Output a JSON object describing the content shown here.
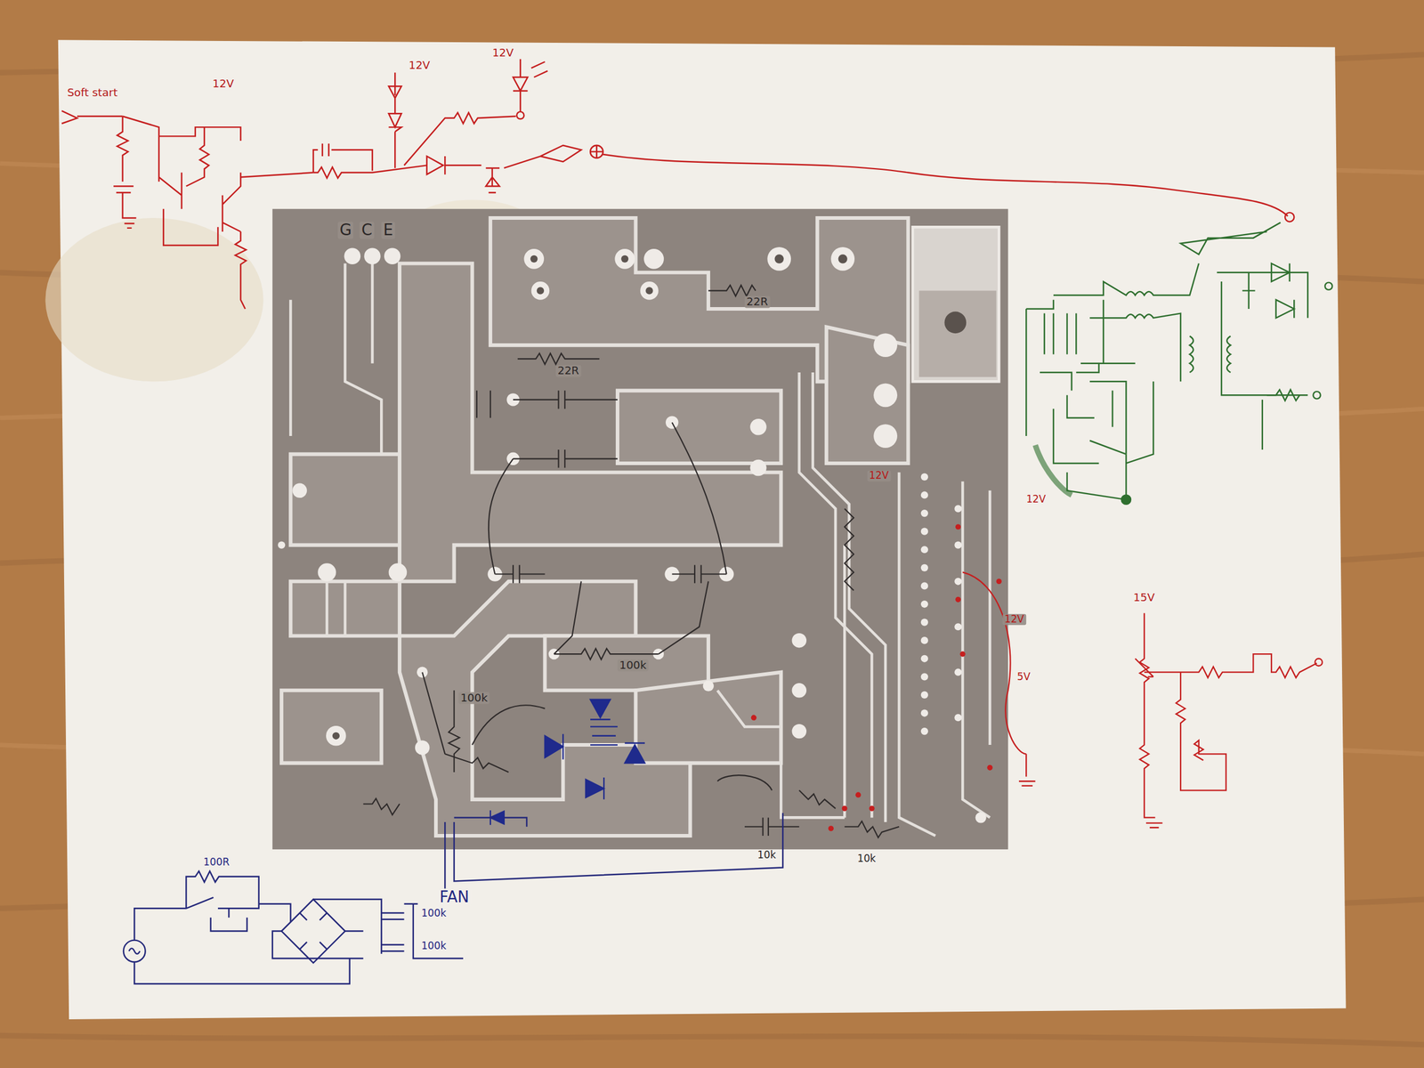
{
  "diagram": {
    "labels": [
      "Soft start",
      "12V",
      "12V",
      "12V",
      "G",
      "C",
      "E",
      "22R",
      "22R",
      "100k",
      "100k",
      "10k",
      "10k",
      "12V",
      "12V",
      "12V",
      "5V",
      "FAN",
      "100R",
      "100k",
      "100k",
      "15V"
    ]
  }
}
